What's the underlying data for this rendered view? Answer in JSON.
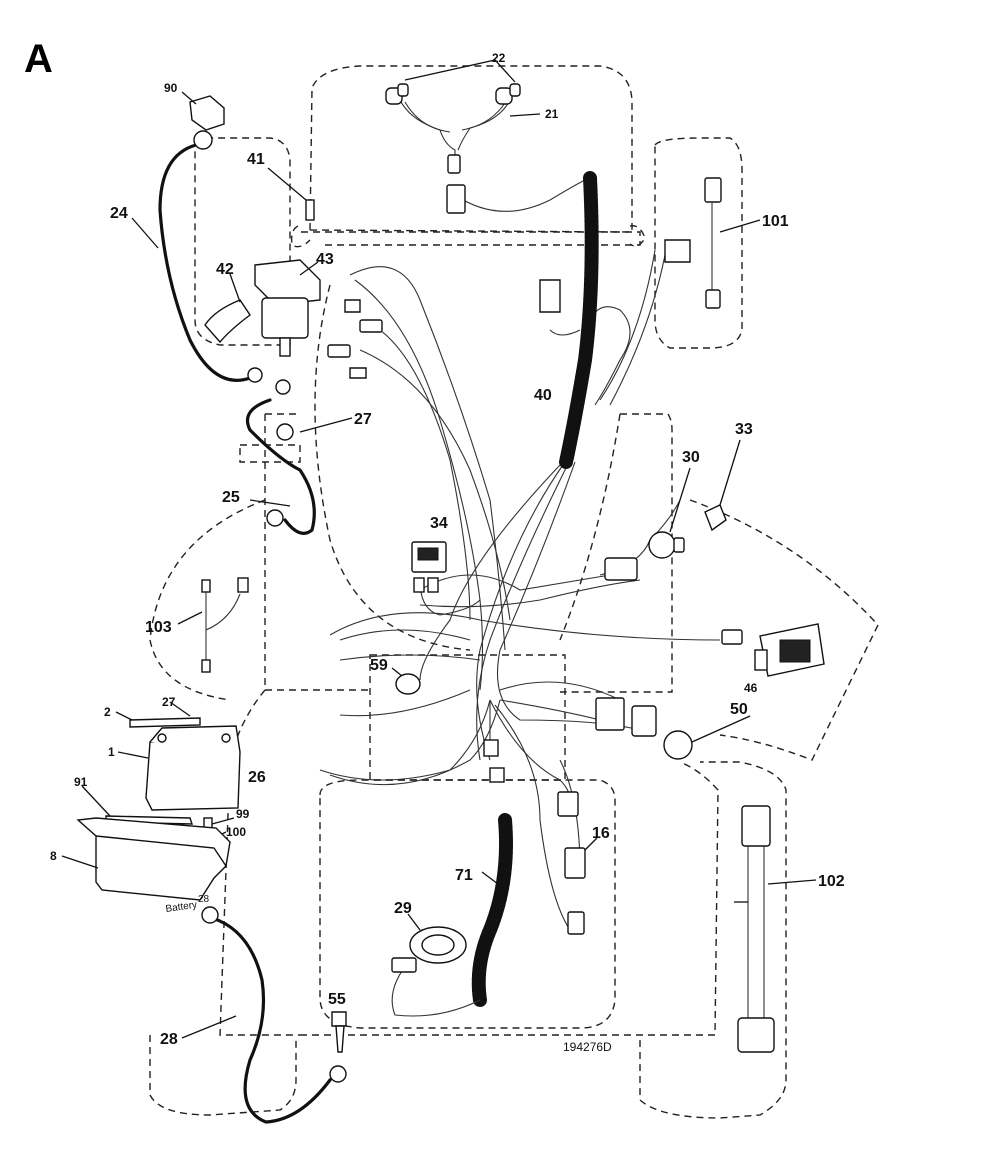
{
  "section_letter": "A",
  "drawing_number": "194276D",
  "battery_text": "Battery",
  "callouts": {
    "c90": "90",
    "c22": "22",
    "c21": "21",
    "c41": "41",
    "c24": "24",
    "c42": "42",
    "c43": "43",
    "c101": "101",
    "c27a": "27",
    "c40": "40",
    "c25": "25",
    "c30": "30",
    "c33": "33",
    "c34": "34",
    "c103": "103",
    "c59": "59",
    "c46": "46",
    "c27b": "27",
    "c2": "2",
    "c1": "1",
    "c50": "50",
    "c26": "26",
    "c91": "91",
    "c99": "99",
    "c100": "100",
    "c16": "16",
    "c8": "8",
    "c28a": "28",
    "c71": "71",
    "c102": "102",
    "c29": "29",
    "c55": "55",
    "c28b": "28"
  }
}
